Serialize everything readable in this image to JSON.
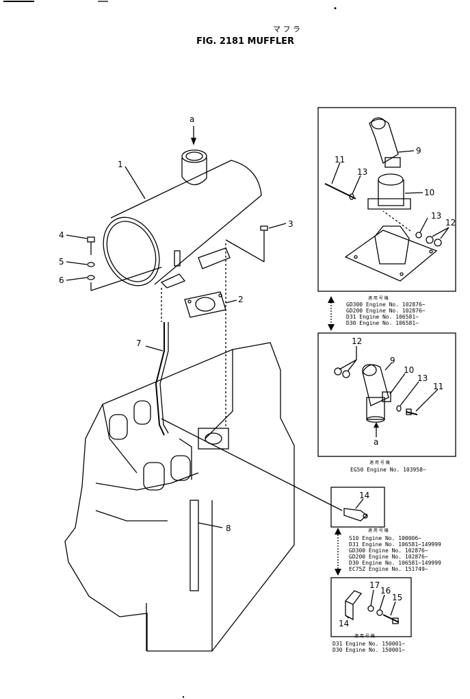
{
  "header": {
    "title_jp": "マ フ ラ",
    "title": "FIG. 2181  MUFFLER"
  },
  "view_markers": {
    "arrow_a_top": "a",
    "arrow_a_inset": "a"
  },
  "callouts": {
    "c1": "1",
    "c2": "2",
    "c3": "3",
    "c4": "4",
    "c5": "5",
    "c6": "6",
    "c7": "7",
    "c8": "8",
    "c9a": "9",
    "c10a": "10",
    "c11a": "11",
    "c12a": "12",
    "c13a": "13",
    "c13b": "13",
    "c12b": "12",
    "c9b": "9",
    "c10b": "10",
    "c13c": "13",
    "c11b": "11",
    "c14a": "14",
    "c14b": "14",
    "c15": "15",
    "c16": "16",
    "c17": "17"
  },
  "applicability": {
    "inset1": {
      "heading": "適 用 号 機",
      "rows": [
        "GD300  Engine  No. 102876~",
        "GD200  Engine  No. 102876~",
        "D31    Engine  No. 106581~",
        "D30    Engine  No. 106581~"
      ]
    },
    "inset2": {
      "heading": "適 用 号 機",
      "rows": [
        "EG50  Engine  No. 103958~"
      ]
    },
    "inset3": {
      "heading": "適 用 号 機",
      "rows": [
        "S10    Engine  No. 100006~",
        "D31    Engine  No. 106581~149999",
        "GD300  Engine  No. 102876~",
        "GD200  Engine  No. 102876~",
        "D30    Engine  No. 106581~149999",
        "EC75Z  Engine  No. 151749~"
      ]
    },
    "inset4": {
      "heading": "適 用 号 機",
      "rows": [
        "D31  Engine  No. 150001~",
        "D30  Engine  No. 150001~"
      ]
    }
  }
}
